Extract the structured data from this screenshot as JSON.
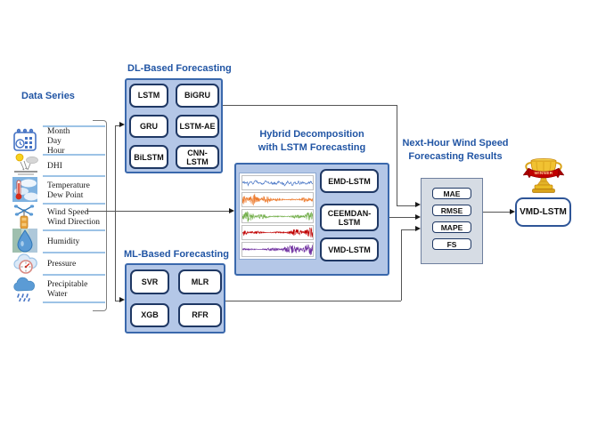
{
  "colors": {
    "accent_blue": "#2155a4",
    "panel_fill": "#b4c7e7",
    "panel_border": "#3a68ac",
    "inner_box_border": "#1f3864",
    "results_fill": "#d6dce4",
    "connector_gray": "#555555",
    "separator_blue": "#9dc3e6"
  },
  "data_series": {
    "title": "Data Series",
    "rows": [
      {
        "icon": "calendar-icon",
        "lines": [
          "Month",
          "Day",
          "Hour"
        ]
      },
      {
        "icon": "solar-irradiance-icon",
        "lines": [
          "DHI"
        ]
      },
      {
        "icon": "thermometer-icon",
        "lines": [
          "Temperature",
          "Dew Point"
        ]
      },
      {
        "icon": "anemometer-icon",
        "lines": [
          "Wind Speed",
          "Wind Direction"
        ]
      },
      {
        "icon": "humidity-icon",
        "lines": [
          "Humidity"
        ]
      },
      {
        "icon": "pressure-gauge-icon",
        "lines": [
          "Pressure"
        ]
      },
      {
        "icon": "rain-cloud-icon",
        "lines": [
          "Precipitable",
          "Water"
        ]
      }
    ]
  },
  "dl_forecasting": {
    "title": "DL-Based Forecasting",
    "models": [
      "LSTM",
      "BiGRU",
      "GRU",
      "LSTM-AE",
      "BiLSTM",
      "CNN-LSTM"
    ]
  },
  "ml_forecasting": {
    "title": "ML-Based Forecasting",
    "models": [
      "SVR",
      "MLR",
      "XGB",
      "RFR"
    ]
  },
  "hybrid": {
    "title_line1": "Hybrid Decomposition",
    "title_line2": "with LSTM Forecasting",
    "models": [
      "EMD-LSTM",
      "CEEMDAN-LSTM",
      "VMD-LSTM"
    ],
    "waveform_colors": [
      "#4472c4",
      "#ed7d31",
      "#70ad47",
      "#c00000",
      "#7030a0"
    ]
  },
  "results": {
    "title_line1": "Next-Hour Wind Speed",
    "title_line2": "Forecasting Results",
    "metrics": [
      "MAE",
      "RMSE",
      "MAPE",
      "FS"
    ]
  },
  "winner": {
    "ribbon": "WINNER",
    "label": "VMD-LSTM"
  }
}
